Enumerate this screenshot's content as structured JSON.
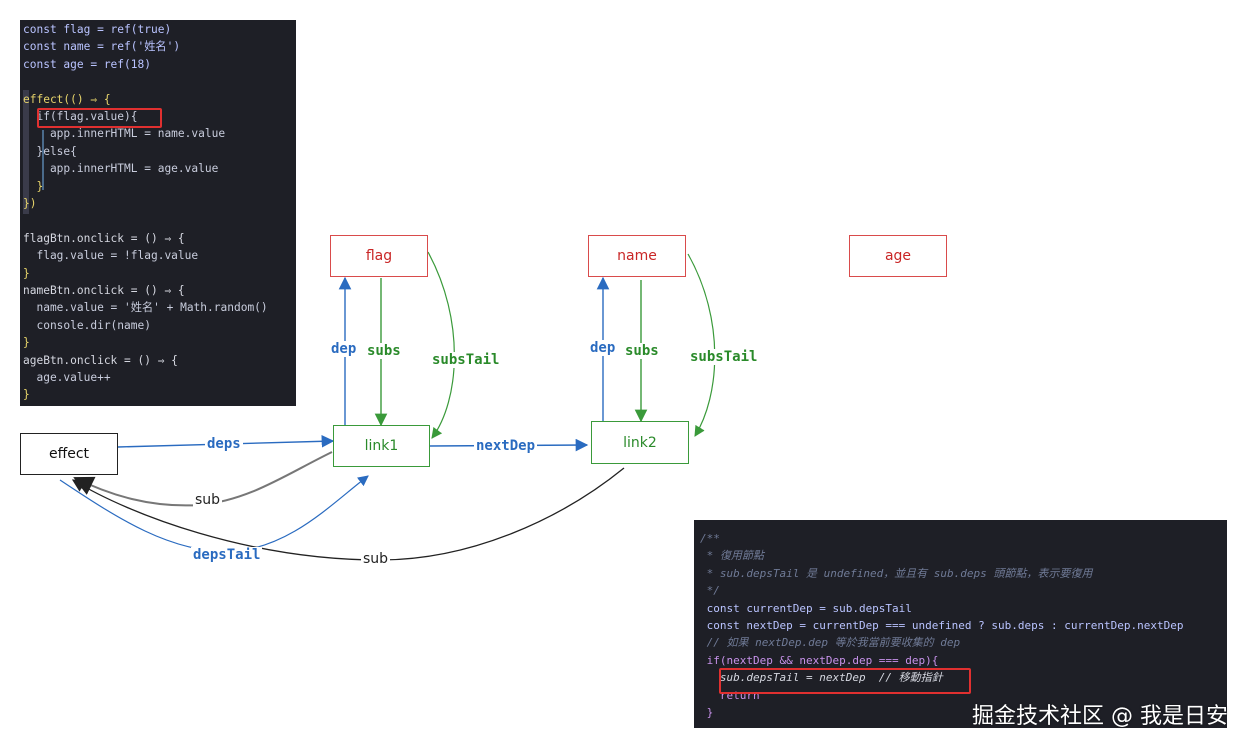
{
  "code_top": [
    "const flag = ref(true)",
    "const name = ref('姓名')",
    "const age = ref(18)",
    "",
    "effect(() ⇒ {",
    "  if(flag.value){",
    "    app.innerHTML = name.value",
    "  }else{",
    "    app.innerHTML = age.value",
    "  }",
    "})",
    "",
    "flagBtn.onclick = () ⇒ {",
    "  flag.value = !flag.value",
    "}",
    "nameBtn.onclick = () ⇒ {",
    "  name.value = '姓名' + Math.random()",
    "  console.dir(name)",
    "}",
    "ageBtn.onclick = () ⇒ {",
    "  age.value++",
    "}"
  ],
  "code_bottom": [
    "/**",
    " * 復用節點",
    " * sub.depsTail 是 undefined，並且有 sub.deps 頭節點，表示要復用",
    " */",
    " const currentDep = sub.depsTail",
    " const nextDep = currentDep === undefined ? sub.deps : currentDep.nextDep",
    " // 如果 nextDep.dep 等於我當前要收集的 dep",
    " if(nextDep && nextDep.dep === dep){",
    "   sub.depsTail = nextDep  // 移動指針",
    "   return",
    " }"
  ],
  "nodes": {
    "flag": "flag",
    "name": "name",
    "age": "age",
    "effect": "effect",
    "link1": "link1",
    "link2": "link2"
  },
  "edge_labels": {
    "dep1": "dep",
    "subs1": "subs",
    "subsTail1": "subsTail",
    "dep2": "dep",
    "subs2": "subs",
    "subsTail2": "subsTail",
    "deps": "deps",
    "nextDep": "nextDep",
    "sub1": "sub",
    "depsTail": "depsTail",
    "sub2": "sub"
  },
  "watermark": "掘金技术社区 @ 我是日安",
  "colors": {
    "red_node": "#d94b4b",
    "green_node": "#3a9a3a",
    "blue_edge": "#2a6bc0",
    "gray_edge": "#777777",
    "highlight": "#e03030"
  }
}
